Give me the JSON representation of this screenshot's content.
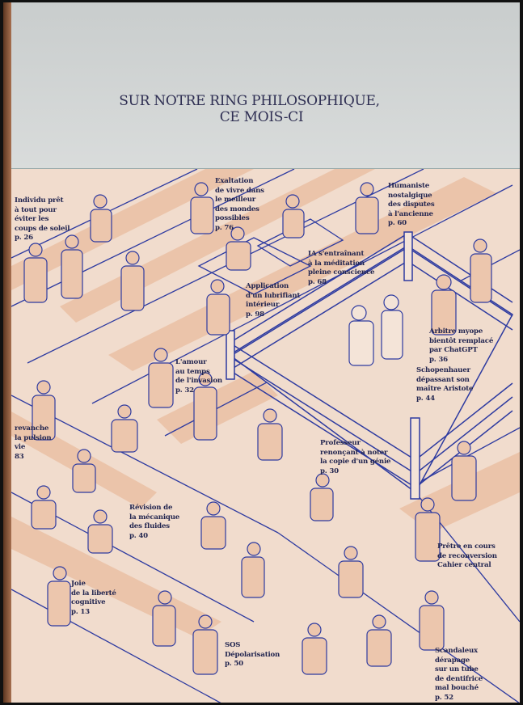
{
  "title": {
    "line1": "SUR NOTRE RING PHILOSOPHIQUE,",
    "line2": "CE MOIS-CI"
  },
  "labels": [
    {
      "id": "individu",
      "lines": [
        "Individu prêt",
        "à tout pour",
        "éviter les",
        "coups de soleil",
        "p. 26"
      ]
    },
    {
      "id": "exaltation",
      "lines": [
        "Exaltation",
        "de vivre dans",
        "le meilleur",
        "des mondes",
        "possibles",
        "p. 76"
      ]
    },
    {
      "id": "humaniste",
      "lines": [
        "Humaniste",
        "nostalgique",
        "des disputes",
        "à l'ancienne",
        "p. 60"
      ]
    },
    {
      "id": "ia",
      "lines": [
        "IA s'entraînant",
        "à la méditation",
        "pleine conscience",
        "p. 68"
      ]
    },
    {
      "id": "application",
      "lines": [
        "Application",
        "d'un lubrifiant",
        "intérieur",
        "p. 98"
      ]
    },
    {
      "id": "amour",
      "lines": [
        "L'amour",
        "au temps",
        "de l'invasion",
        "p. 32"
      ]
    },
    {
      "id": "arbitre",
      "lines": [
        "Arbitre myope",
        "bientôt remplacé",
        "par ChatGPT",
        "p. 36"
      ]
    },
    {
      "id": "schopenhauer",
      "lines": [
        "Schopenhauer",
        "dépassant son",
        "maître Aristote",
        "p. 44"
      ]
    },
    {
      "id": "revanche",
      "lines": [
        "revanche",
        "la pulsion",
        "vie",
        "83"
      ]
    },
    {
      "id": "professeur",
      "lines": [
        "Professeur",
        "renonçant à noter",
        "la copie d'un génie",
        "p. 30"
      ]
    },
    {
      "id": "revision",
      "lines": [
        "Révision de",
        "la mécanique",
        "des fluides",
        "p. 40"
      ]
    },
    {
      "id": "pretre",
      "lines": [
        "Prêtre en cours",
        "de reconversion",
        "Cahier central"
      ]
    },
    {
      "id": "joie",
      "lines": [
        "Joie",
        "de la liberté",
        "cognitive",
        "p. 13"
      ]
    },
    {
      "id": "sos",
      "lines": [
        "SOS",
        "Dépolarisation",
        "p. 50"
      ]
    },
    {
      "id": "scandaleux",
      "lines": [
        "Scandaleux",
        "dérapage",
        "sur un tube",
        "de dentifrice",
        "mal bouché",
        "p. 52"
      ]
    }
  ],
  "colors": {
    "ink": "#2d3aa0",
    "paper": "#f1dccd",
    "stripe": "#ecc6ad",
    "text": "#232650"
  }
}
